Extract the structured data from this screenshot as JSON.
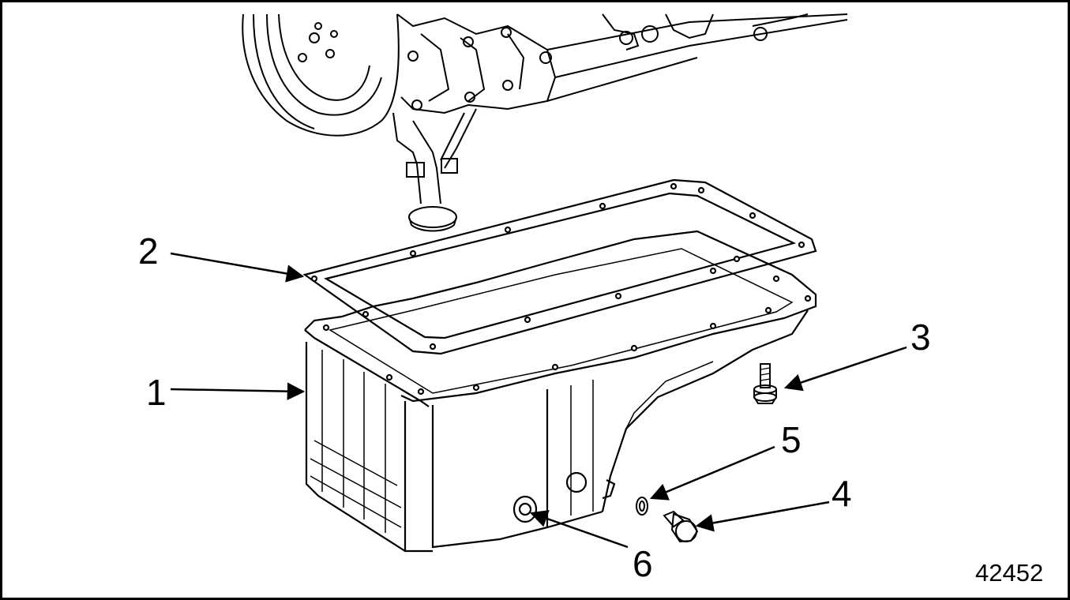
{
  "figure": {
    "number": "42452"
  },
  "callouts": {
    "c1": "1",
    "c2": "2",
    "c3": "3",
    "c4": "4",
    "c5": "5",
    "c6": "6"
  },
  "colors": {
    "line": "#000000",
    "background": "#ffffff"
  }
}
